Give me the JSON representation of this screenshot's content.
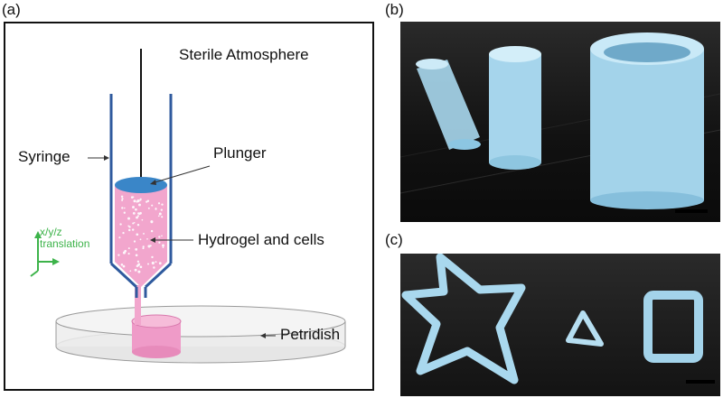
{
  "panels": {
    "a": "(a)",
    "b": "(b)",
    "c": "(c)"
  },
  "labels": {
    "sterile": "Sterile Atmosphere",
    "syringe": "Syringe",
    "plunger": "Plunger",
    "hydrogel": "Hydrogel and cells",
    "petridish": "Petridish",
    "xyz": "x/y/z",
    "translation": "translation"
  },
  "colors": {
    "syringe_wall": "#2f5a9e",
    "plunger": "#3a86c8",
    "hydrogel": "#f2a6cd",
    "annotation_green": "#3db34a",
    "dish": "#dcdcdc",
    "photo_bg": "#141414",
    "gel_blue": "#a9d8ee"
  }
}
